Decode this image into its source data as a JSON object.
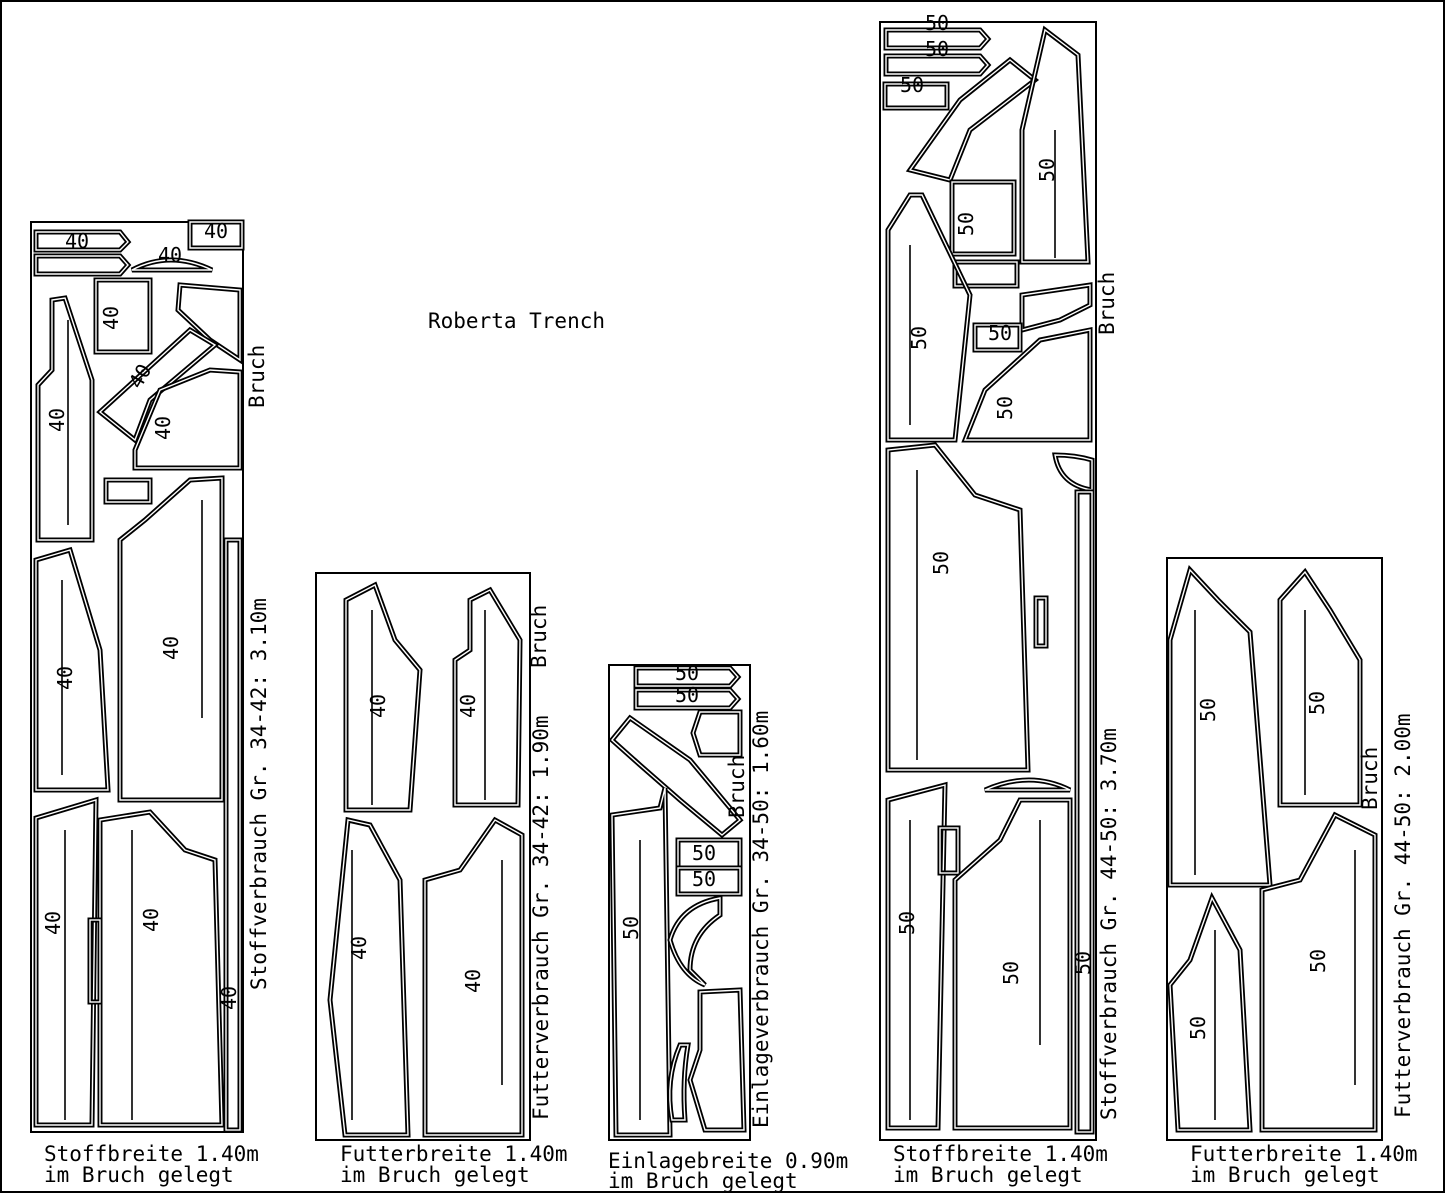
{
  "title": "Roberta Trench",
  "layouts": [
    {
      "size": "40",
      "bruch": "Bruch",
      "usage": "Stoffverbrauch Gr. 34-42: 3.10m",
      "width": "Stoffbreite 1.40m",
      "fold": "im Bruch gelegt"
    },
    {
      "size": "40",
      "bruch": "Bruch",
      "usage": "Futterverbrauch Gr. 34-42: 1.90m",
      "width": "Futterbreite 1.40m",
      "fold": "im Bruch gelegt"
    },
    {
      "size": "50",
      "bruch": "Bruch",
      "usage": "Einlageverbrauch Gr. 34-50: 1.60m",
      "width": "Einlagebreite 0.90m",
      "fold": "im Bruch gelegt"
    },
    {
      "size": "50",
      "bruch": "Bruch",
      "usage": "Stoffverbrauch Gr. 44-50: 3.70m",
      "width": "Stoffbreite 1.40m",
      "fold": "im Bruch gelegt"
    },
    {
      "size": "50",
      "bruch": "Bruch",
      "usage": "Futterverbrauch Gr. 44-50: 2.00m",
      "width": "Futterbreite 1.40m",
      "fold": "im Bruch gelegt"
    }
  ]
}
